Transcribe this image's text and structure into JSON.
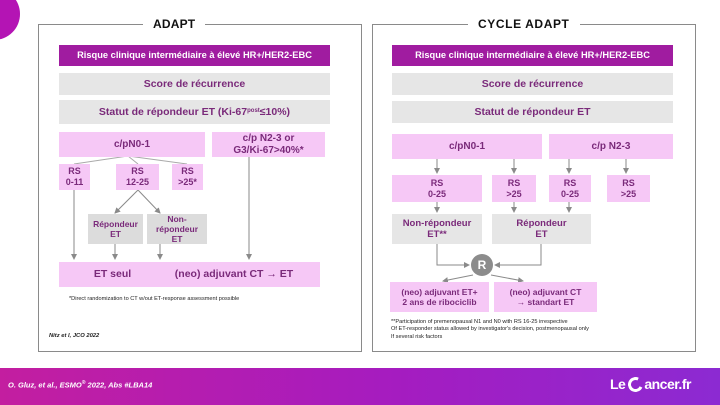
{
  "left": {
    "title": "ADAPT",
    "header": "Risque clinique intermédiaire à élevé HR+/HER2-EBC",
    "score": "Score de récurrence",
    "statut_prefix": "Statut de répondeur ET (Ki-67 ",
    "statut_sub": "post",
    "statut_suffix": " ≤10%)",
    "node_a": "c/pN0-1",
    "node_b_line1": "c/p N2-3 or",
    "node_b_line2": "G3/Ki-67>40%*",
    "rs": [
      {
        "line1": "RS",
        "line2": "0-11"
      },
      {
        "line1": "RS",
        "line2": "12-25"
      },
      {
        "line1": "RS",
        "line2": ">25*"
      }
    ],
    "repondeur": {
      "line1": "Répondeur",
      "line2": "ET"
    },
    "non_repondeur": {
      "line1": "Non-répondeur",
      "line2": "ET"
    },
    "et_seul": "ET seul",
    "neo": "(neo) adjuvant CT → ET",
    "footnote": "*Direct randomization to CT w/out ET-response assessment possible",
    "ref": "Nitz et l, JCO 2022"
  },
  "right": {
    "title": "CYCLE  ADAPT",
    "header": "Risque clinique intermédiaire à élevé HR+/HER2-EBC",
    "score": "Score de récurrence",
    "statut": "Statut de répondeur ET",
    "node_a": "c/pN0-1",
    "node_b": "c/p N2-3",
    "rs": [
      {
        "line1": "RS",
        "line2": "0-25"
      },
      {
        "line1": "RS",
        "line2": ">25"
      },
      {
        "line1": "RS",
        "line2": "0-25"
      },
      {
        "line1": "RS",
        "line2": ">25"
      }
    ],
    "non_repondeur": {
      "line1": "Non-répondeur",
      "line2": "ET**"
    },
    "repondeur": {
      "line1": "Répondeur",
      "line2": "ET"
    },
    "r_label": "R",
    "arm1": {
      "line1": "(neo) adjuvant ET+",
      "line2": "2 ans de ribociclib"
    },
    "arm2": {
      "line1": "(neo) adjuvant CT",
      "line2": "→ standart ET"
    },
    "footnote_lines": [
      "**Participation of premenopausal N1 and N0 with RS 16-25 irrespective",
      "Of ET-responder status allowed by investigator's decision, postmenopausal only",
      "If several risk factors"
    ]
  },
  "footer": {
    "citation_prefix": "O. Gluz, et al.,  ESMO",
    "citation_sup": "®",
    "citation_suffix": " 2022, Abs #LBA14",
    "logo_left": "Le",
    "logo_right": "ancer.fr"
  },
  "colors": {
    "header": "#a01ca0",
    "pink": "#f6c8f6",
    "gray": "#e6e6e6",
    "text_purple": "#7a2a7a",
    "band": "#a51cc0"
  }
}
